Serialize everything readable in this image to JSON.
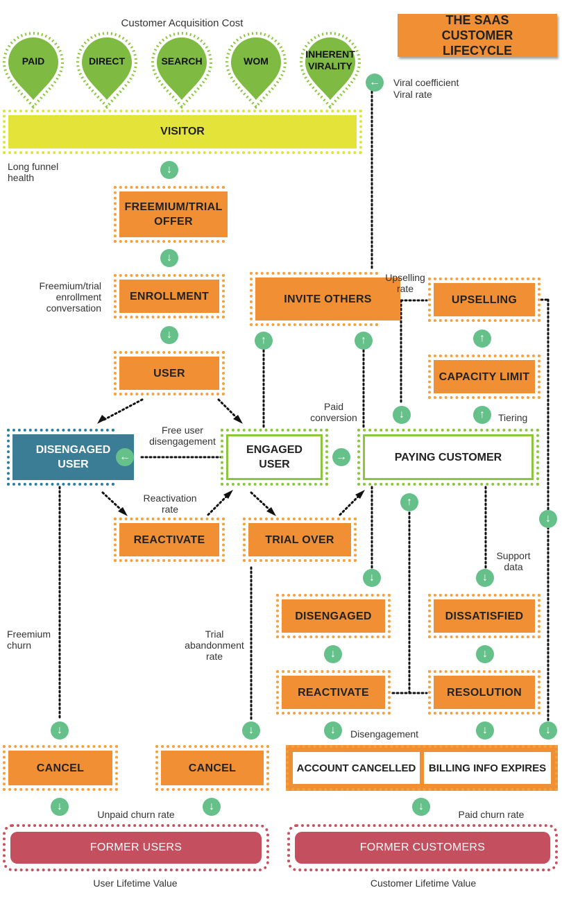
{
  "title": "THE SAAS CUSTOMER LIFECYCLE",
  "acquisition": {
    "heading": "Customer Acquisition Cost",
    "channels": [
      "PAID",
      "DIRECT",
      "SEARCH",
      "WOM",
      "INHERENT VIRALITY"
    ]
  },
  "viral": {
    "line1": "Viral coefficient",
    "line2": "Viral rate"
  },
  "nodes": {
    "visitor": "VISITOR",
    "freemium": "FREEMIUM/TRIAL OFFER",
    "enrollment": "ENROLLMENT",
    "user": "USER",
    "disengaged_user": "DISENGAGED USER",
    "engaged_user": "ENGAGED USER",
    "paying_customer": "PAYING CUSTOMER",
    "invite_others": "INVITE OTHERS",
    "upselling": "UPSELLING",
    "capacity_limit": "CAPACITY LIMIT",
    "reactivate_left": "REACTIVATE",
    "trial_over": "TRIAL OVER",
    "disengaged": "DISENGAGED",
    "dissatisfied": "DISSATISFIED",
    "reactivate_right": "REACTIVATE",
    "resolution": "RESOLUTION",
    "cancel_1": "CANCEL",
    "cancel_2": "CANCEL",
    "account_cancelled": "ACCOUNT CANCELLED",
    "billing_expires": "BILLING INFO EXPIRES",
    "former_users": "FORMER USERS",
    "former_customers": "FORMER CUSTOMERS"
  },
  "labels": {
    "long_funnel": "Long funnel\nhealth",
    "enrollment_conv": "Freemium/trial\nenrollment\nconversation",
    "free_diseng": "Free user\ndisengagement",
    "paid_conv": "Paid\nconversion",
    "upselling_rate": "Upselling\nrate",
    "tiering": "Tiering",
    "reactivation_rate": "Reactivation\nrate",
    "support_data": "Support\ndata",
    "freemium_churn": "Freemium\nchurn",
    "trial_abandon": "Trial\nabandonment\nrate",
    "disengagement": "Disengagement",
    "unpaid_churn": "Unpaid churn rate",
    "paid_churn": "Paid churn rate",
    "user_ltv": "User Lifetime Value",
    "customer_ltv": "Customer Lifetime Value"
  },
  "colors": {
    "orange": "#f08f33",
    "green": "#8cc63f",
    "arrow_green": "#66c08a",
    "teal": "#3a7d95",
    "yellow": "#e3e33a",
    "red": "#c44f5e"
  }
}
